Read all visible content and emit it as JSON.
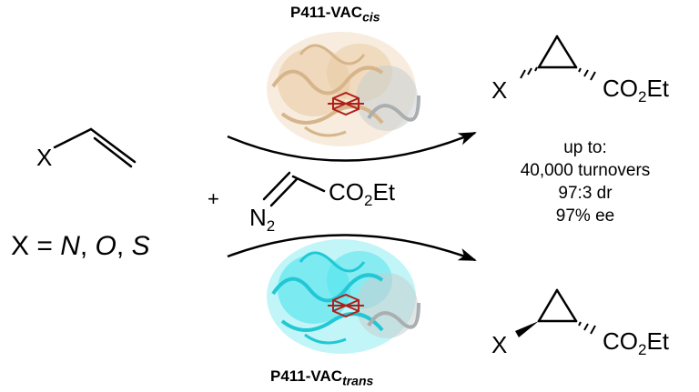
{
  "enzymes": {
    "top": {
      "name": "P411-VAC",
      "subscript": "cis",
      "color": "#E9C9A0"
    },
    "bottom": {
      "name": "P411-VAC",
      "subscript": "trans",
      "color": "#4DE3EC"
    }
  },
  "substrate": {
    "group": "X",
    "definition_prefix": "X = ",
    "atoms": [
      "N",
      "O",
      "S"
    ],
    "separator": ", "
  },
  "plus": "+",
  "diazo": {
    "n": "N",
    "n_sub": "2",
    "ester": "CO",
    "ester_sub": "2",
    "ester_suffix": "Et"
  },
  "products": {
    "top": {
      "group": "X",
      "ester": "CO",
      "ester_sub": "2",
      "ester_suffix": "Et"
    },
    "bottom": {
      "group": "X",
      "ester": "CO",
      "ester_sub": "2",
      "ester_suffix": "Et"
    }
  },
  "conditions": [
    "up to:",
    "40,000 turnovers",
    "97:3 dr",
    "97% ee"
  ],
  "colors": {
    "heme": "#B0201A",
    "helix_shade": "#C9CDCE"
  }
}
